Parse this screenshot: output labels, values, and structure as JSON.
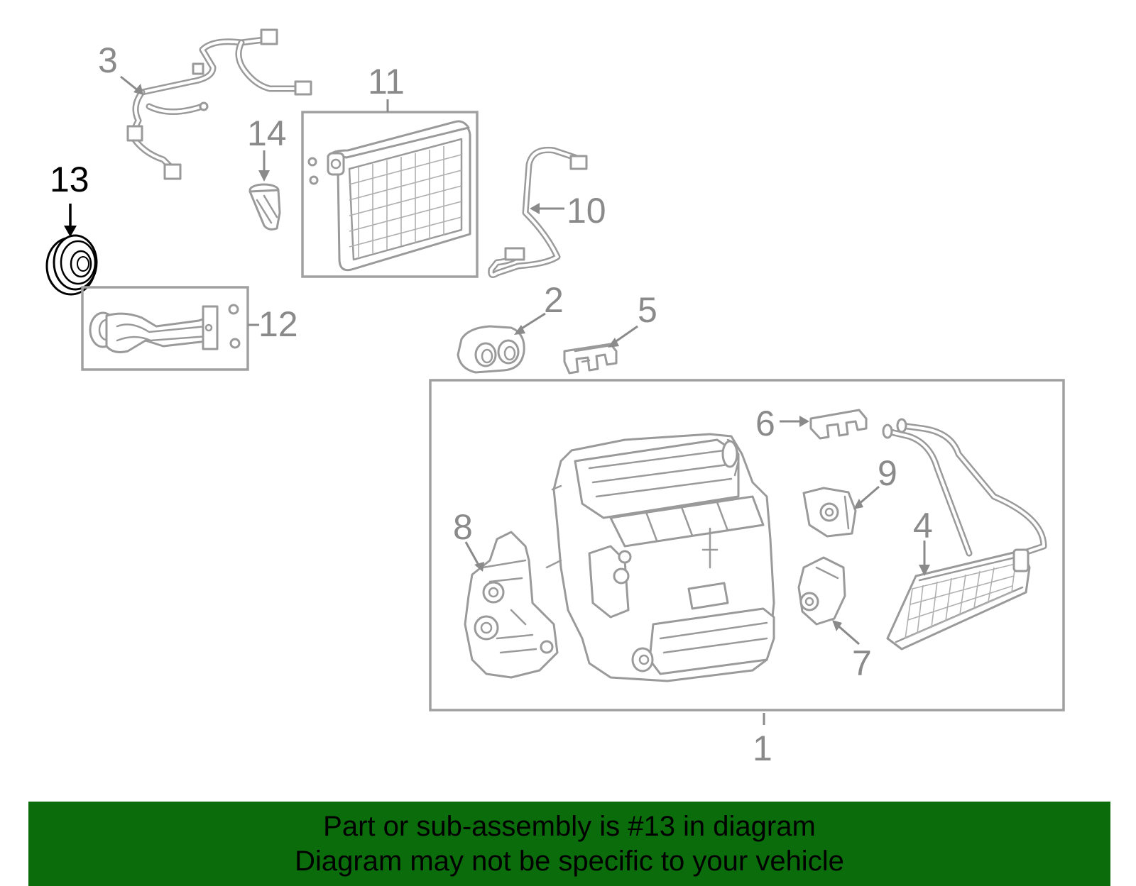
{
  "callouts": {
    "c1": "1",
    "c2": "2",
    "c3": "3",
    "c4": "4",
    "c5": "5",
    "c6": "6",
    "c7": "7",
    "c8": "8",
    "c9": "9",
    "c10": "10",
    "c11": "11",
    "c12": "12",
    "c13": "13",
    "c14": "14"
  },
  "highlighted_part": "13",
  "colors": {
    "banner": "#0b6c0b",
    "lines": "#9a9a9a",
    "highlight": "#000000"
  },
  "banner": {
    "line1": "Part or sub-assembly is #13 in diagram",
    "line2": "Diagram may not be specific to your vehicle"
  }
}
